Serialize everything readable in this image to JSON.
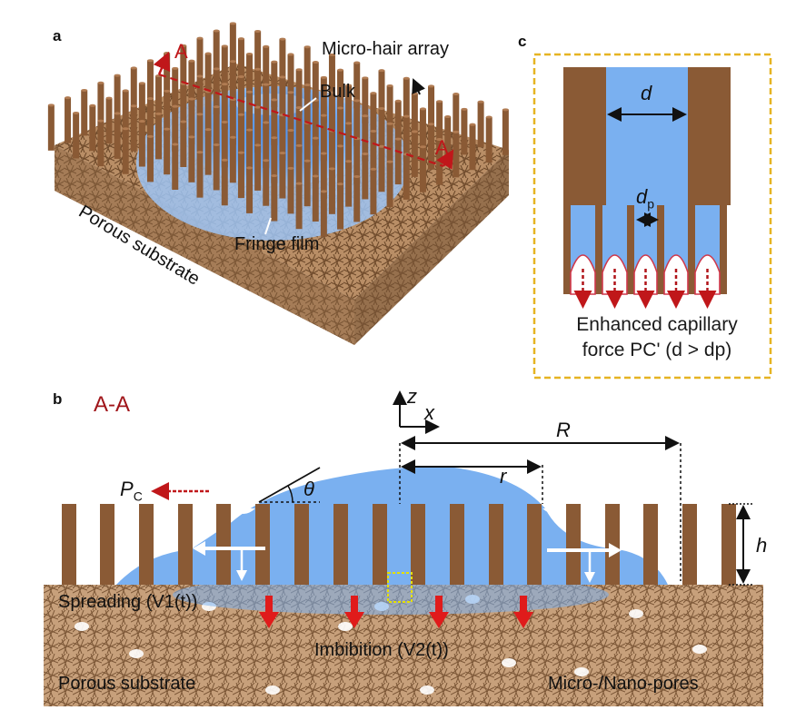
{
  "panels": {
    "a": "a",
    "b": "b",
    "c": "c"
  },
  "panel_a": {
    "section_mark": "A",
    "micro_hair_array": "Micro-hair array",
    "bulk": "Bulk",
    "fringe_film": "Fringe film",
    "porous_substrate": "Porous substrate"
  },
  "panel_b": {
    "section_title": "A-A",
    "axis_z": "z",
    "axis_x": "x",
    "R": "R",
    "r": "r",
    "theta": "θ",
    "h": "h",
    "pc_main": "P",
    "pc_sub": "C",
    "spreading": "Spreading (V1(t))",
    "imbibition": "Imbibition (V2(t))",
    "porous_substrate": "Porous substrate",
    "pores": "Micro-/Nano-pores"
  },
  "panel_c": {
    "d": "d",
    "dp_main": "d",
    "dp_sub": "p",
    "caption_line1": "Enhanced capillary",
    "caption_line2": "force PC' (d > dp)"
  },
  "colors": {
    "pillar": "#8a5a35",
    "water": "#7ab0f0",
    "dashed_red": "#c0171a",
    "arrow_red": "#e01b1b",
    "frame_yellow": "#e6b422",
    "substrate": "#c9a27c"
  }
}
